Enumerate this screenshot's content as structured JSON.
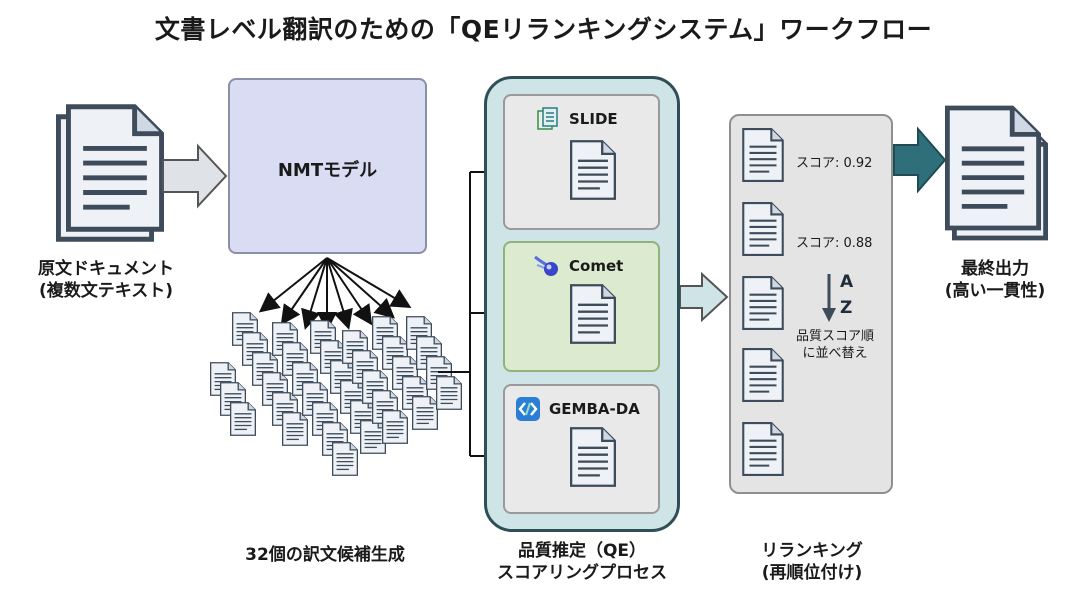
{
  "title": "文書レベル翻訳のための「QEリランキングシステム」ワークフロー",
  "source": {
    "label_line1": "原文ドキュメント",
    "label_line2": "(複数文テキスト)"
  },
  "nmt": {
    "label": "NMTモデル"
  },
  "candidates": {
    "label": "32個の訳文候補生成"
  },
  "qe": {
    "label_line1": "品質推定（QE）",
    "label_line2": "スコアリングプロセス",
    "models": [
      {
        "name": "SLIDE",
        "icon": "slide-icon"
      },
      {
        "name": "Comet",
        "icon": "comet-icon"
      },
      {
        "name": "GEMBA-DA",
        "icon": "gemba-icon"
      }
    ]
  },
  "rerank": {
    "label_line1": "リランキング",
    "label_line2": "(再順位付け)",
    "scores": [
      "スコア: 0.92",
      "スコア: 0.88"
    ],
    "sort_a": "A",
    "sort_z": "Z",
    "sort_line1": "品質スコア順",
    "sort_line2": "に並べ替え"
  },
  "output": {
    "label_line1": "最終出力",
    "label_line2": "(高い一貫性)"
  },
  "colors": {
    "nmt_fill": "#d9dcf2",
    "qe_fill": "#cfe4e6",
    "qe_border": "#2f4f57",
    "comet_fill": "#dcebd0",
    "arrow_teal": "#2f6f7a"
  }
}
